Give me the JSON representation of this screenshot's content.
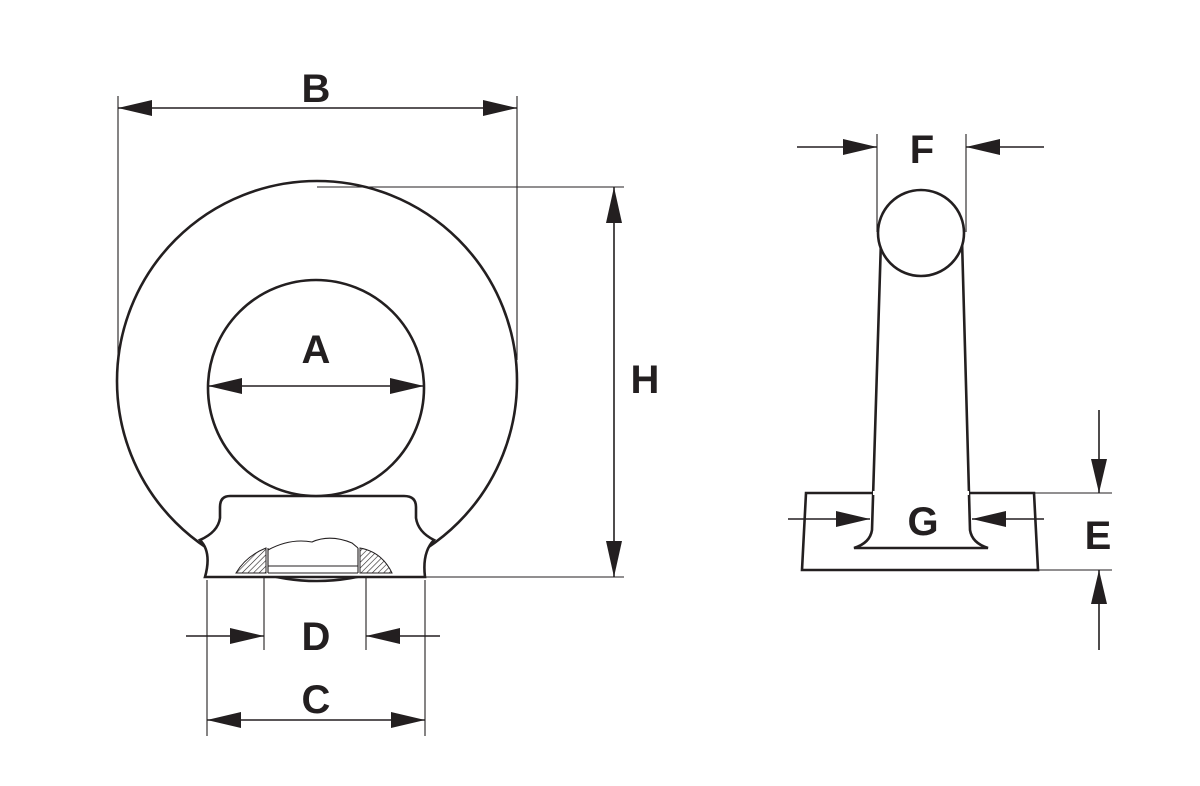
{
  "diagram": {
    "labels": {
      "A": "A",
      "B": "B",
      "C": "C",
      "D": "D",
      "E": "E",
      "F": "F",
      "G": "G",
      "H": "H"
    },
    "colors": {
      "line": "#231f20",
      "background": "#ffffff",
      "hatch": "#231f20"
    }
  }
}
